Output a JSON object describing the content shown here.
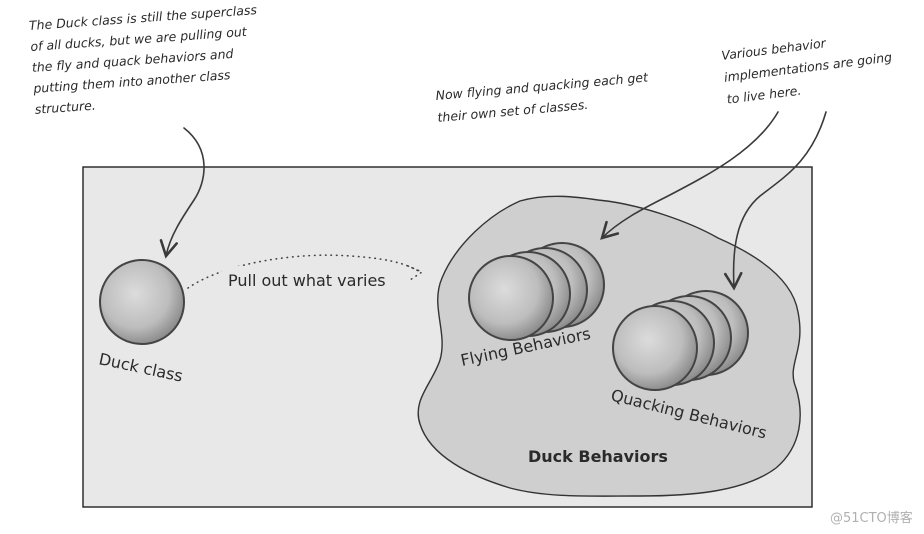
{
  "annotations": {
    "duck_class_note": [
      "The Duck class is still the superclass",
      "of all ducks, but we are pulling out",
      "the fly and quack behaviors and",
      "putting them into another class",
      "structure."
    ],
    "classes_note": [
      "Now flying and quacking each get",
      "their own set of classes."
    ],
    "implementations_note": [
      "Various behavior",
      "implementations are going",
      "to live here."
    ]
  },
  "diagram": {
    "duck_class_label": "Duck class",
    "pull_out_label": "Pull out what varies",
    "flying_label": "Flying Behaviors",
    "quacking_label": "Quacking Behaviors",
    "behaviors_area_label": "Duck Behaviors"
  },
  "watermark": "@51CTO博客",
  "colors": {
    "panel_fill": "#e8e8e8",
    "blob_fill": "#cfcfcf",
    "sphere_light": "#d9d9d9",
    "sphere_dark": "#8e8e8e"
  }
}
